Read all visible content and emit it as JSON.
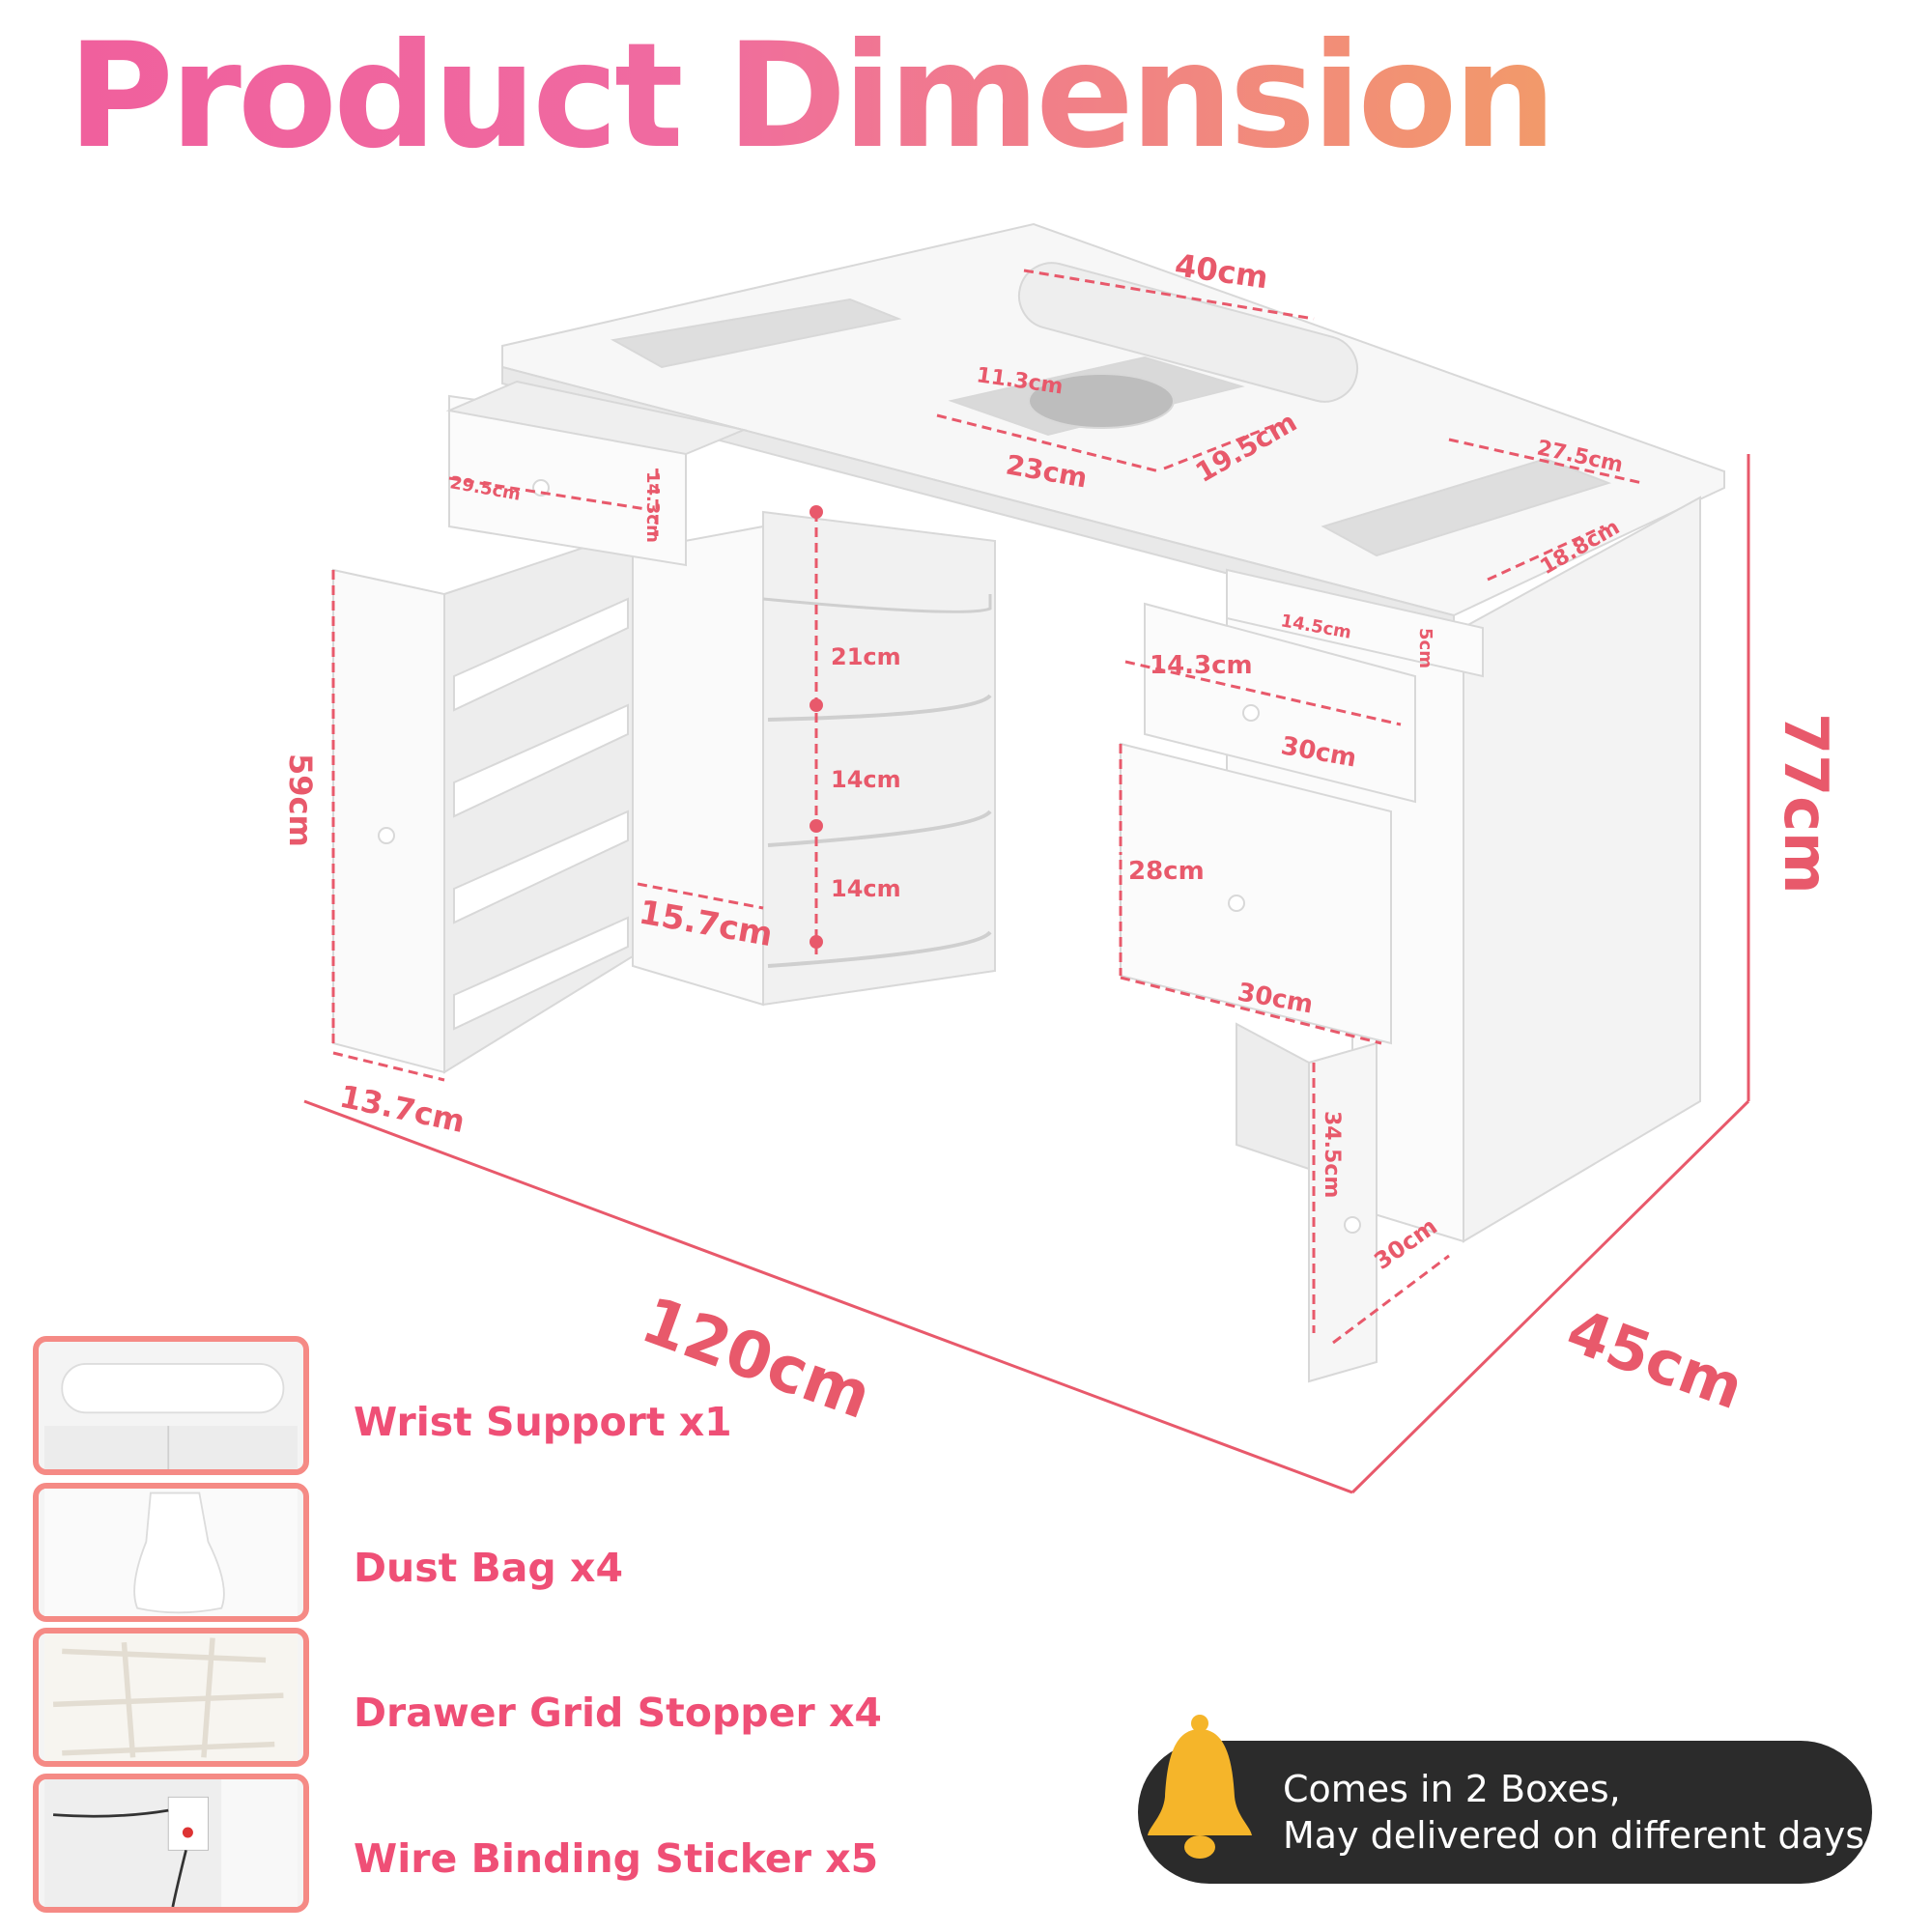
{
  "page": {
    "title": "Product Dimension"
  },
  "dimensions": {
    "width": "120cm",
    "depth": "45cm",
    "height": "77cm",
    "wrist_rest_length": "40cm",
    "fan_width": "23cm",
    "fan_depth": "19.5cm",
    "fan_inner": "11.3cm",
    "tray_width": "27.5cm",
    "tray_depth": "18.8cm",
    "left_drawer_width": "29.5cm",
    "left_drawer_height": "14.3cm",
    "left_cabinet_height": "59cm",
    "left_cabinet_depth": "13.7cm",
    "middle_cabinet_width": "15.7cm",
    "shelf_top": "21cm",
    "shelf_mid": "14cm",
    "shelf_bottom": "14cm",
    "small_drawer_width": "14.5cm",
    "small_drawer_height": "5cm",
    "right_drawer1_height": "14.3cm",
    "right_drawer1_width": "30cm",
    "right_drawer2_height": "28cm",
    "right_drawer2_width": "30cm",
    "right_cabinet_height": "34.5cm",
    "right_cabinet_width": "30cm"
  },
  "accessories": [
    {
      "label": "Wrist Support x1",
      "icon": "wrist-support-icon"
    },
    {
      "label": "Dust Bag x4",
      "icon": "dust-bag-icon"
    },
    {
      "label": "Drawer Grid Stopper x4",
      "icon": "drawer-grid-icon"
    },
    {
      "label": "Wire Binding Sticker x5",
      "icon": "wire-sticker-icon"
    }
  ],
  "notice": {
    "line1": "Comes in 2 Boxes,",
    "line2": "May delivered on different days",
    "icon": "bell-icon"
  },
  "colors": {
    "accent": "#e8596b",
    "title_start": "#f0609d",
    "title_end": "#f29a6a",
    "thumb_border": "#f58a85",
    "notice_bg": "#2b2b2b",
    "bell": "#f5b52a"
  }
}
